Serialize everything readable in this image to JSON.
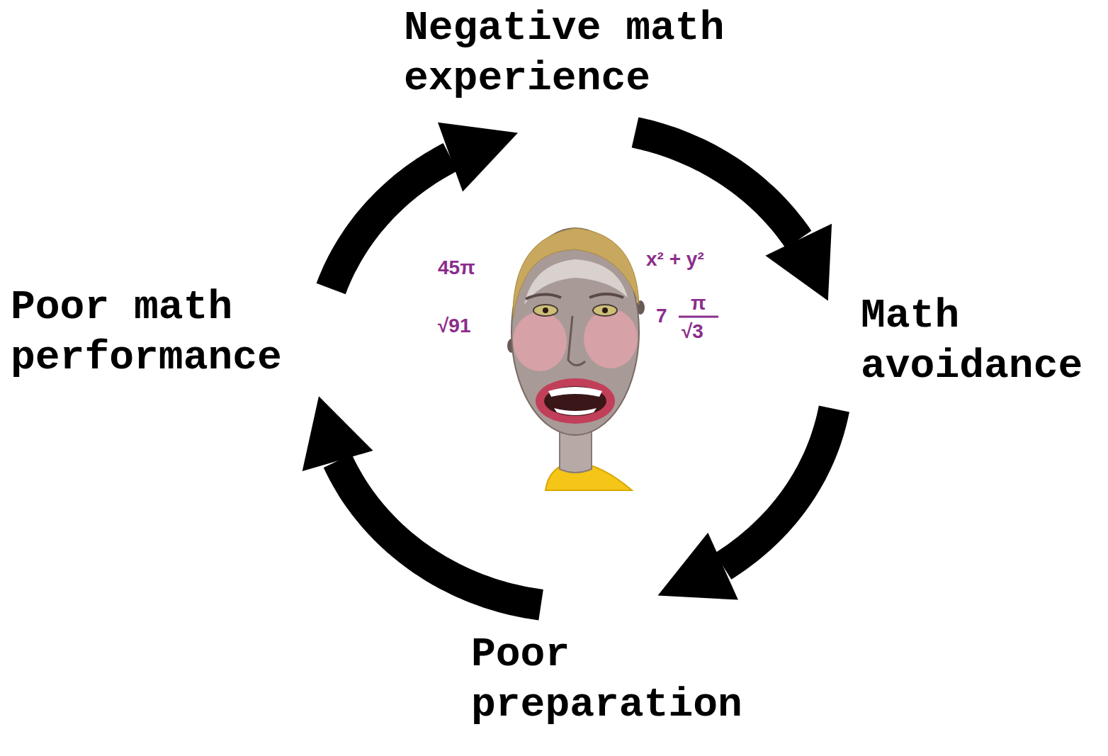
{
  "diagram": {
    "nodes": [
      {
        "text": [
          "Negative math experience"
        ]
      },
      {
        "text": [
          "Math avoidance"
        ]
      },
      {
        "text": [
          "Poor preparation"
        ]
      },
      {
        "text": [
          "Poor math performance"
        ]
      }
    ],
    "edges": [
      {
        "from": 0,
        "to": 1,
        "arrow": "to"
      },
      {
        "from": 1,
        "to": 2,
        "arrow": "to"
      },
      {
        "from": 2,
        "to": 3,
        "arrow": "to"
      },
      {
        "from": 3,
        "to": 0,
        "arrow": "to"
      }
    ],
    "labels": [
      "45π",
      "√91",
      "x² + y²",
      "7",
      "π",
      "√3"
    ]
  }
}
